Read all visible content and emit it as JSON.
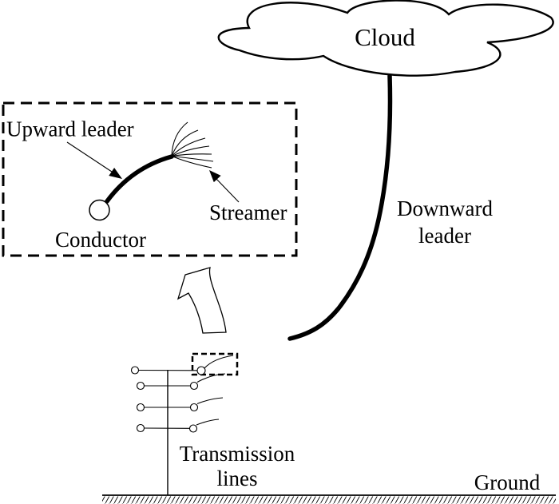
{
  "figure": {
    "background_color": "#ffffff",
    "ink_color": "#000000",
    "cloud": {
      "label": "Cloud"
    },
    "downward_leader": {
      "label": [
        "Downward",
        "leader"
      ]
    },
    "inset": {
      "upward_leader_label": "Upward leader",
      "streamer_label": "Streamer",
      "conductor_label": "Conductor"
    },
    "transmission_lines": {
      "label": [
        "Transmission",
        "lines"
      ]
    },
    "ground": {
      "label": "Ground"
    }
  }
}
